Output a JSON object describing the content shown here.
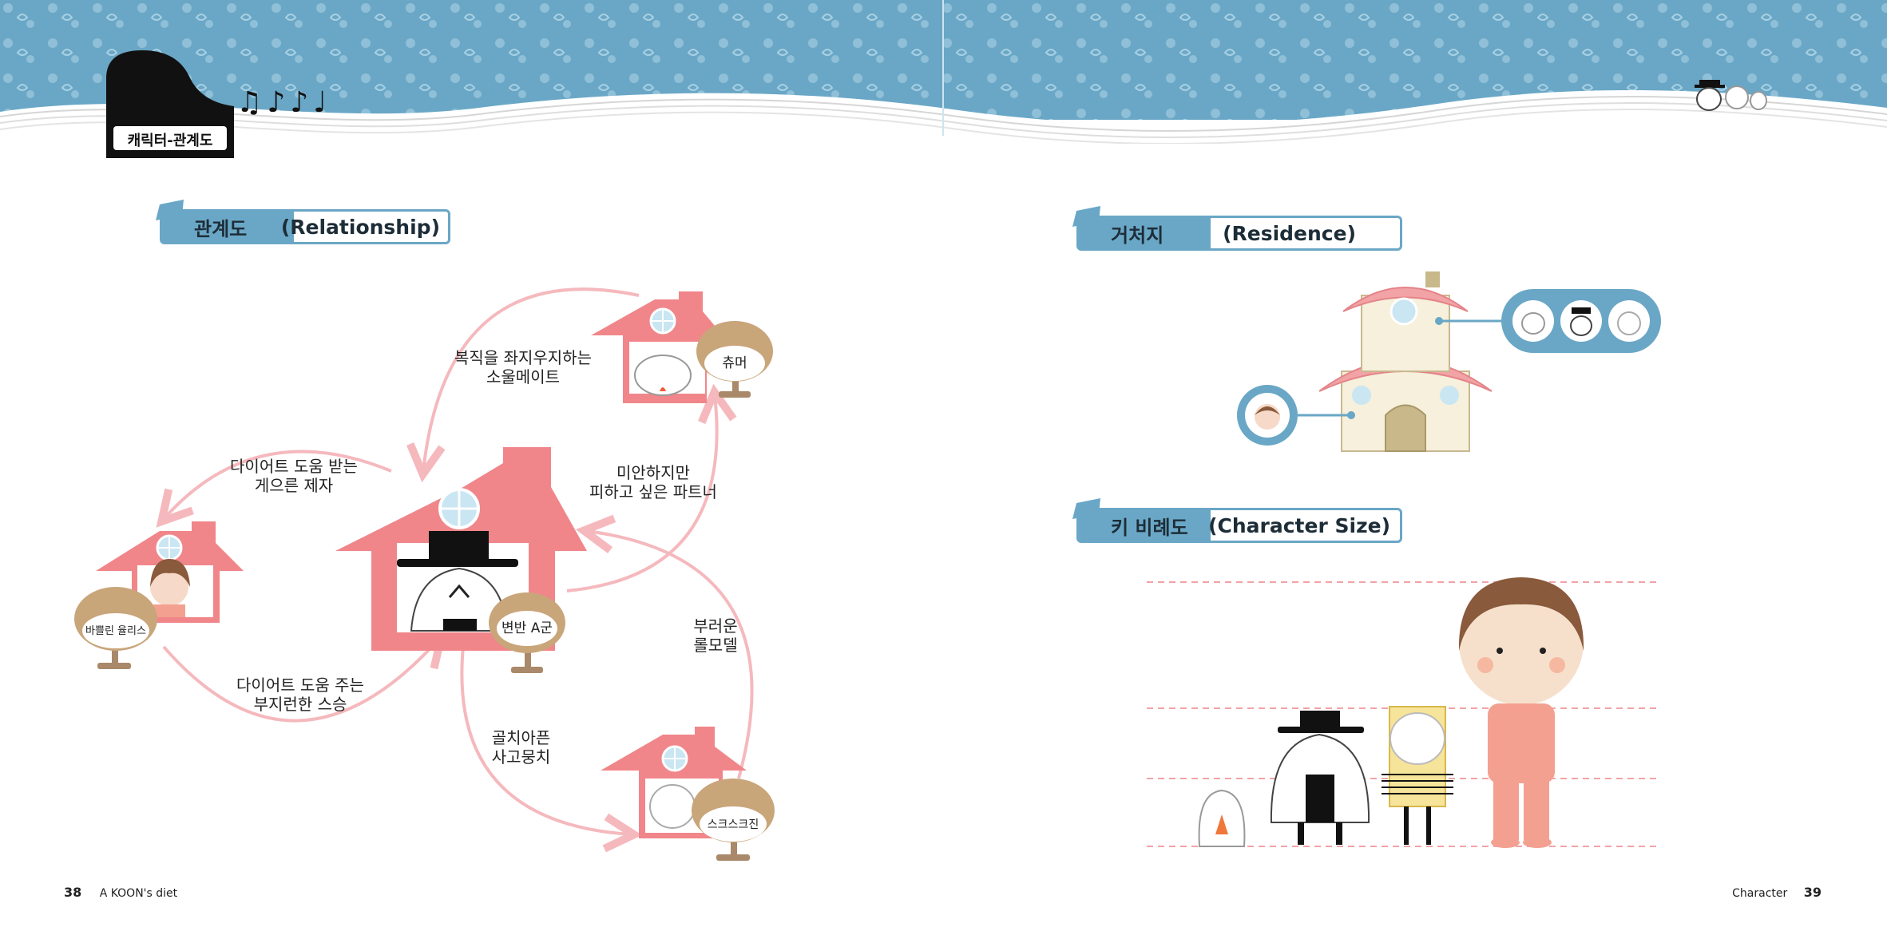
{
  "chapter_tab": "캐릭터-관계도",
  "sections": {
    "relationship": {
      "ko": "관계도",
      "en": "(Relationship)"
    },
    "residence": {
      "ko": "거처지",
      "en": "(Residence)"
    },
    "size": {
      "ko": "키 비례도",
      "en": "(Character Size)"
    }
  },
  "characters": {
    "center": "변반 A군",
    "top": "츄머",
    "left": "바쁠린 율리스",
    "bottom": "스크스크진"
  },
  "relations": {
    "top_left_1": "복직을 좌지우지하는",
    "top_left_2": "소울메이트",
    "mid_right_1": "미안하지만",
    "mid_right_2": "피하고 싶은 파트너",
    "left_up_1": "다이어트 도움 받는",
    "left_up_2": "게으른 제자",
    "left_down_1": "다이어트 도움 주는",
    "left_down_2": "부지런한 스승",
    "right_1": "부러운",
    "right_2": "롤모델",
    "bottom_1": "골치아픈",
    "bottom_2": "사고뭉치"
  },
  "footer": {
    "left_page": "38",
    "left_title": "A KOON's diet",
    "right_title": "Character",
    "right_page": "39"
  },
  "colors": {
    "header_blue": "#6aa7c6",
    "house_pink": "#f0868a",
    "arrow_pink": "#f5b9bd",
    "sign_brown": "#c9a57a"
  }
}
